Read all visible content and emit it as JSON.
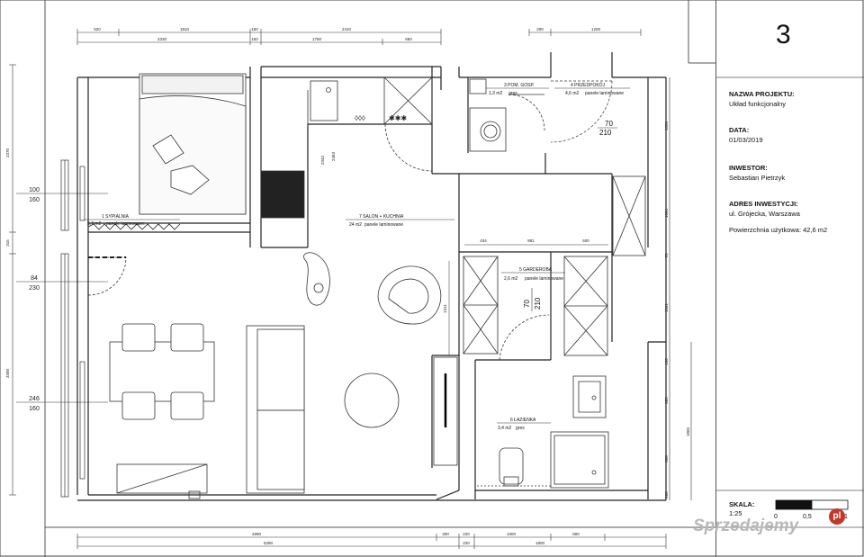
{
  "sheet_number": "3",
  "title_block": {
    "project_label": "NAZWA PROJEKTU:",
    "project_value": "Układ funkcjonalny",
    "date_label": "DATA:",
    "date_value": "01/03/2019",
    "investor_label": "INWESTOR:",
    "investor_value": "Sebastian Pietrzyk",
    "address_label": "ADRES INWESTYCJI:",
    "address_value": "ul. Grójecka, Warszawa",
    "area_text": "Powierzchnia użytkowa: 42,6 m2",
    "scale_label": "SKALA:",
    "scale_value": "1:25",
    "scale_ticks": [
      "0",
      "0,5",
      "1"
    ]
  },
  "rooms": {
    "bedroom": {
      "name": "1 SYPIALNIA",
      "area": "5,7 m2",
      "floor": "panele laminowane"
    },
    "living": {
      "name": "7 SALON + KUCHNIA",
      "area": "24 m2",
      "floor": "panele laminowane"
    },
    "utility": {
      "name": "3 POM. GOSP.",
      "area": "1,3 m2",
      "floor": "gres"
    },
    "hall": {
      "name": "4 PRZEDPOKÓJ",
      "area": "4,6 m2",
      "floor": "panele laminowane"
    },
    "wardrobe": {
      "name": "5 GARDEROBA",
      "area": "2,6 m2",
      "floor": "panele laminowane"
    },
    "bathroom": {
      "name": "6 ŁAZIENKA",
      "area": "3,4 m2",
      "floor": "gres"
    }
  },
  "doors": {
    "hall_door_w": "70",
    "hall_door_h": "210",
    "wardrobe_door_w": "70",
    "wardrobe_door_h": "210"
  },
  "windows": {
    "w1_w": "100",
    "w1_h": "160",
    "w2_w": "84",
    "w2_h": "230",
    "w3_w": "246",
    "w3_h": "160"
  },
  "dims_top": {
    "row1": [
      "520",
      "1810",
      "150",
      "2410"
    ],
    "row2": [
      "2330",
      "150",
      "1750",
      "660"
    ],
    "right": [
      "200",
      "1200"
    ]
  },
  "dims_bottom": {
    "row1": [
      "4890",
      "400",
      "220",
      "1000",
      "800"
    ],
    "row2": [
      "5290",
      "220",
      "1800"
    ]
  },
  "dims_left": [
    "2370",
    "315",
    "3300"
  ],
  "dims_right": [
    "1350",
    "1094",
    "75",
    "1341",
    "150",
    "885",
    "800",
    "1865",
    "200"
  ],
  "dims_internal": {
    "kitchen_a": "2343",
    "kitchen_b": "2463",
    "wardrobe_row": [
      "434",
      "881",
      "600"
    ],
    "wardrobe_height": "1311"
  },
  "watermark": "Sprzedajemy",
  "watermark_badge": "pl"
}
